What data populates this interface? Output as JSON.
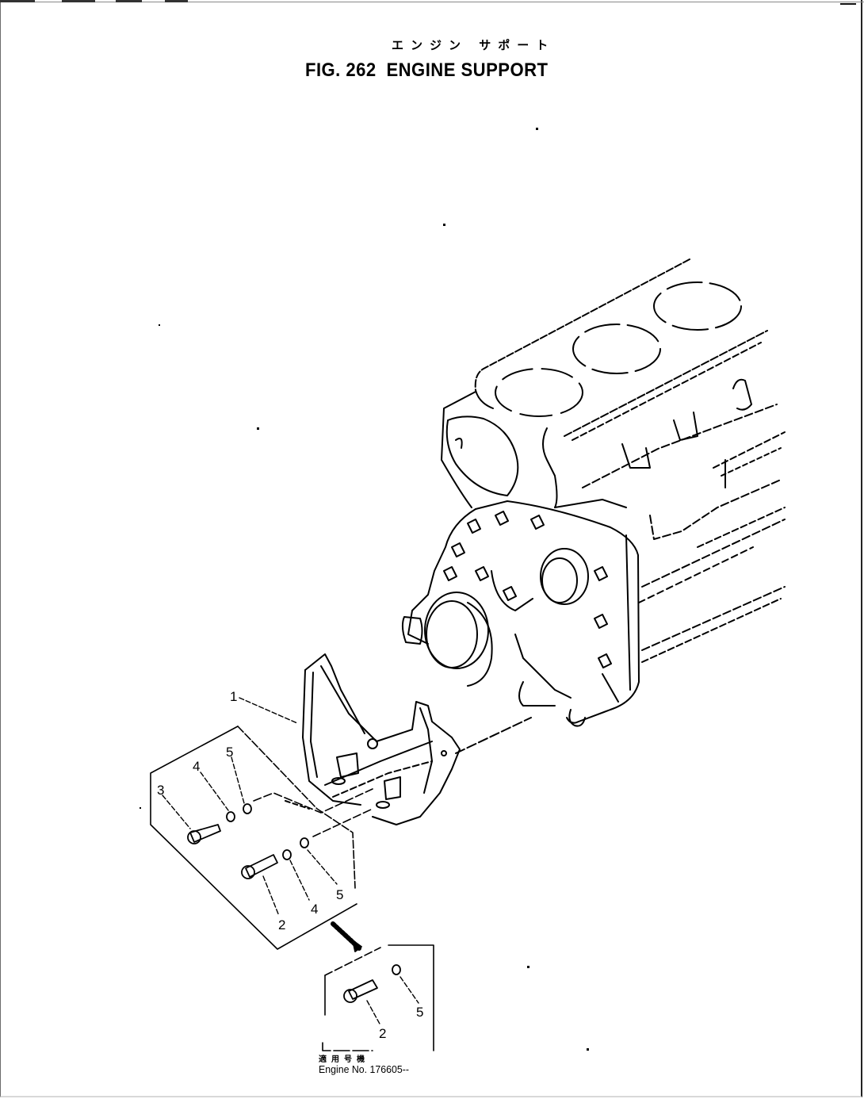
{
  "header": {
    "title_japanese": "エンジン サポート",
    "figure_label": "FIG. 262",
    "title": "ENGINE SUPPORT"
  },
  "callouts": [
    {
      "id": "1",
      "label": "1",
      "part": "engine-support-bracket"
    },
    {
      "id": "2a",
      "label": "2",
      "part": "bolt"
    },
    {
      "id": "2b",
      "label": "2",
      "part": "bolt"
    },
    {
      "id": "3",
      "label": "3",
      "part": "bolt"
    },
    {
      "id": "4a",
      "label": "4",
      "part": "washer"
    },
    {
      "id": "4b",
      "label": "4",
      "part": "washer"
    },
    {
      "id": "5a",
      "label": "5",
      "part": "washer"
    },
    {
      "id": "5b",
      "label": "5",
      "part": "washer"
    },
    {
      "id": "5c",
      "label": "5",
      "part": "washer"
    }
  ],
  "footer": {
    "applicable_serial_japanese": "適用号機",
    "applicable_serial": "Engine No. 176605--"
  },
  "colors": {
    "line": "#000000",
    "background": "#ffffff"
  }
}
